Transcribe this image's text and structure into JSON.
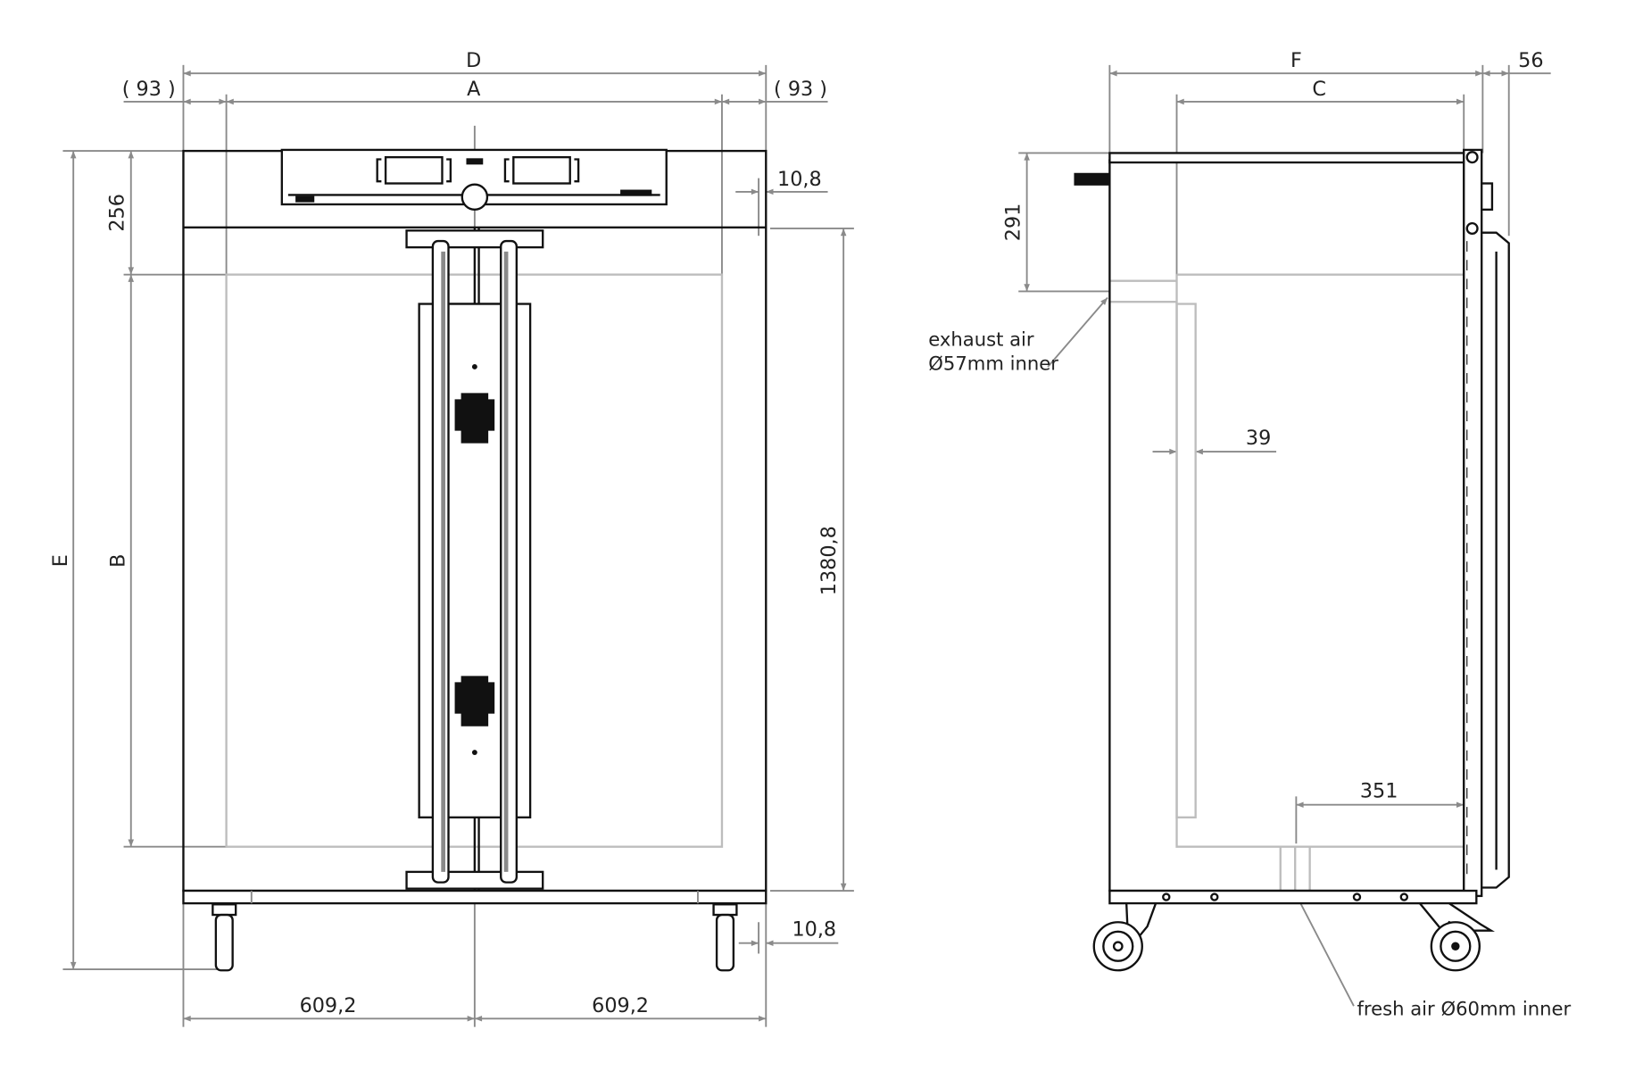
{
  "front_view": {
    "dim_D": "D",
    "dim_A": "A",
    "dim_left_offset": "( 93 )",
    "dim_right_offset": "( 93 )",
    "dim_E": "E",
    "dim_B": "B",
    "dim_top_panel": "256",
    "dim_door_height": "1380,8",
    "dim_top_gap": "10,8",
    "dim_bottom_gap": "10,8",
    "dim_left_half": "609,2",
    "dim_right_half": "609,2"
  },
  "side_view": {
    "dim_F": "F",
    "dim_C": "C",
    "dim_door_depth": "56",
    "dim_exhaust_height": "291",
    "dim_inner_offset": "39",
    "dim_fresh_air_pos": "351",
    "exhaust_label_line1": "exhaust air",
    "exhaust_label_line2": "Ø57mm inner",
    "fresh_air_label": "fresh air Ø60mm inner"
  },
  "colors": {
    "outline": "#111111",
    "dimension": "#8a8a8a",
    "hidden": "#bdbdbd"
  }
}
